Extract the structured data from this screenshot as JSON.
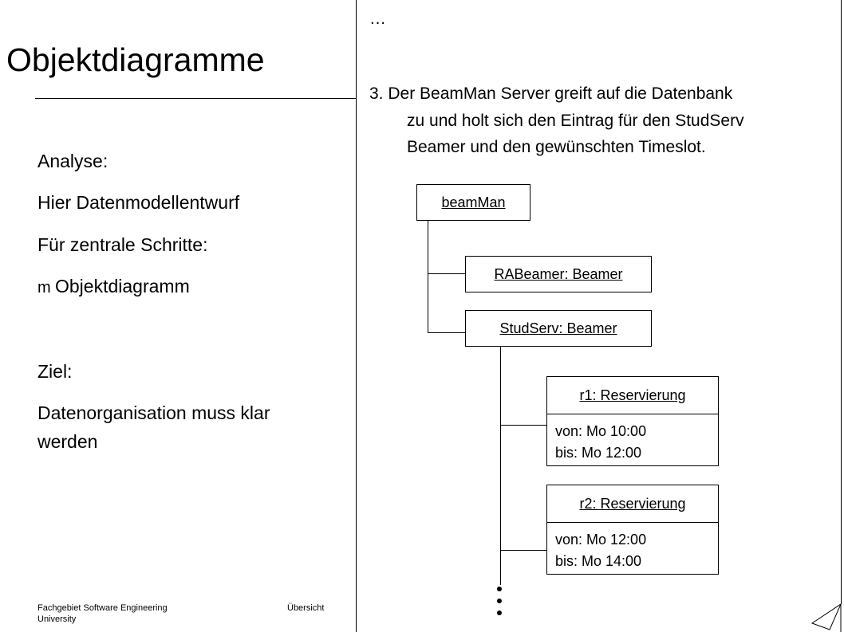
{
  "slide": {
    "title": "Objektdiagramme",
    "left_lines": [
      "Analyse:",
      "Hier Datenmodellentwurf",
      "Für zentrale Schritte:",
      "Objektdiagramm",
      "Ziel:",
      "Datenorganisation muss klar",
      "werden"
    ],
    "bullet_glyph": "m",
    "footer": {
      "left_line1": "Fachgebiet Software Engineering",
      "left_line2": "University",
      "center": "Übersicht"
    }
  },
  "panel": {
    "ellipsis": "…",
    "step_line1": "3. Der BeamMan Server greift auf die Datenbank",
    "step_line2": "zu und holt sich den Eintrag für den StudServ",
    "step_line3": "Beamer und den gewünschten Timeslot.",
    "continuation": "⋮"
  },
  "diagram": {
    "root": "beamMan",
    "beamer1": "RABeamer: Beamer",
    "beamer2": "StudServ: Beamer",
    "reservations": [
      {
        "name": "r1: Reservierung",
        "von": "von: Mo 10:00",
        "bis": "bis: Mo 12:00"
      },
      {
        "name": "r2: Reservierung",
        "von": "von: Mo 12:00",
        "bis": "bis: Mo 14:00"
      }
    ]
  }
}
